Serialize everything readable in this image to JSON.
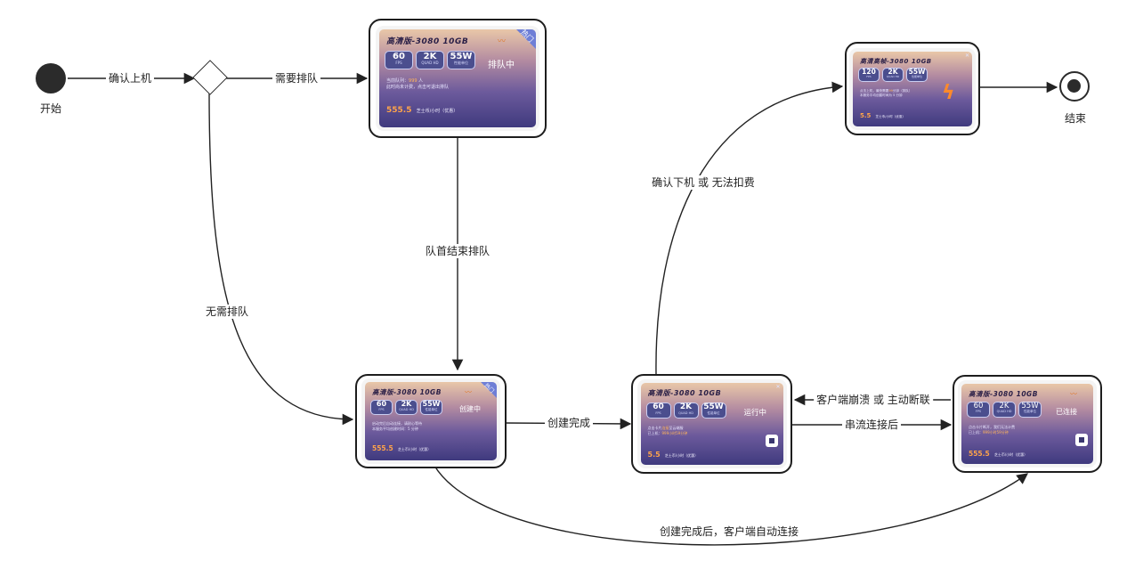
{
  "nodes": {
    "start_label": "开始",
    "end_label": "结束"
  },
  "edges": {
    "confirm_on": "确认上机",
    "need_queue": "需要排队",
    "no_queue": "无需排队",
    "queue_done": "队首结束排队",
    "create_done": "创建完成",
    "stream_after": "串流连接后",
    "client_crash": "客户端崩溃 或 主动断联",
    "auto_connect": "创建完成后，客户端自动连接",
    "confirm_off": "确认下机 或 无法扣费"
  },
  "cards": {
    "queue": {
      "title": "高清版-3080 10GB",
      "badge": "热门",
      "specs": [
        {
          "v": "60",
          "u": "FPS"
        },
        {
          "v": "2K",
          "u": "QUAD HD"
        },
        {
          "v": "55W",
          "u": "性能单位"
        }
      ],
      "status": "排队中",
      "info_line1_prefix": "当前队列：",
      "info_line1_value": "999",
      "info_line1_suffix": "人",
      "info_line2": "此时尚未计费，点击可退出排队",
      "price": "555.5",
      "unit": "芝士币/小时（优惠）"
    },
    "create": {
      "title": "高清版-3080 10GB",
      "badge": "热门",
      "specs": [
        {
          "v": "60",
          "u": "FPS"
        },
        {
          "v": "2K",
          "u": "QUAD HD"
        },
        {
          "v": "55W",
          "u": "性能单位"
        }
      ],
      "status": "创建中",
      "info_line1": "启动完后自动连接，请耐心等待",
      "info_line2": "本服务平均创建时间：5 分钟",
      "price": "555.5",
      "unit": "芝士币/小时（优惠）"
    },
    "running": {
      "title": "高清版-3080 10GB",
      "specs": [
        {
          "v": "60",
          "u": "FPS"
        },
        {
          "v": "2K",
          "u": "QUAD HD"
        },
        {
          "v": "55W",
          "u": "性能单位"
        }
      ],
      "status": "运行中",
      "info_line1_prefix": "点击卡片",
      "info_line1_value": "连接",
      "info_line1_suffix": "至云端服",
      "info_line2_prefix": "已上机：",
      "info_line2_value": "999小时59分钟",
      "price": "5.5",
      "unit": "芝士币/小时（优惠）"
    },
    "connected": {
      "title": "高清版-3080 10GB",
      "specs": [
        {
          "v": "60",
          "u": "FPS"
        },
        {
          "v": "2K",
          "u": "QUAD HD"
        },
        {
          "v": "55W",
          "u": "性能单位"
        }
      ],
      "status": "已连接",
      "info_line1": "点击卡片断开，我们无法计费",
      "info_line2_prefix": "已上机：",
      "info_line2_value": "999小时59分钟",
      "price": "555.5",
      "unit": "芝士币/小时（优惠）"
    },
    "ended": {
      "title": "高清高帧-3080 10GB",
      "specs": [
        {
          "v": "120",
          "u": "FPS"
        },
        {
          "v": "2K",
          "u": "QUAD HD"
        },
        {
          "v": "55W",
          "u": "性能单位"
        }
      ],
      "info_line1_prefix": "点击上机，最快需要",
      "info_line1_value": "99",
      "info_line1_suffix": "分钟（排队）",
      "info_line2": "本服务平均创建时间为 5 分钟",
      "price": "5.5",
      "unit": "芝士币/小时（优惠）"
    }
  },
  "colors": {
    "stroke": "#222222",
    "accent_orange": "#ffa44a",
    "card_bottom": "#3f3a7e"
  }
}
